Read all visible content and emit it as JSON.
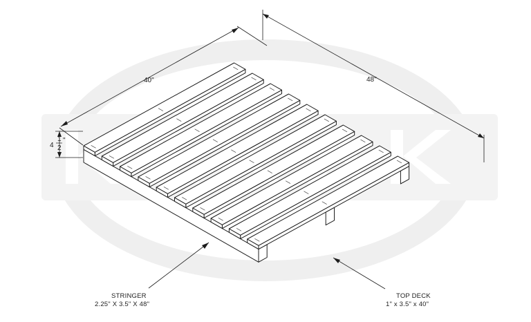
{
  "dimensions": {
    "width": "40\"",
    "length": "48\"",
    "height_whole": "4",
    "height_num": "1",
    "height_den": "2",
    "height_unit": "\""
  },
  "callouts": {
    "stringer_title": "STRINGER",
    "stringer_size": "2.25\" X 3.5\" X 48\"",
    "top_deck_title": "TOP DECK",
    "top_deck_size": "1\" x 3.5\" x 40\""
  },
  "colors": {
    "line": "#1c1c1c",
    "board": "#ffffff",
    "watermark": "#ececec"
  },
  "board_count": 10,
  "watermark_logo": "KEKA"
}
